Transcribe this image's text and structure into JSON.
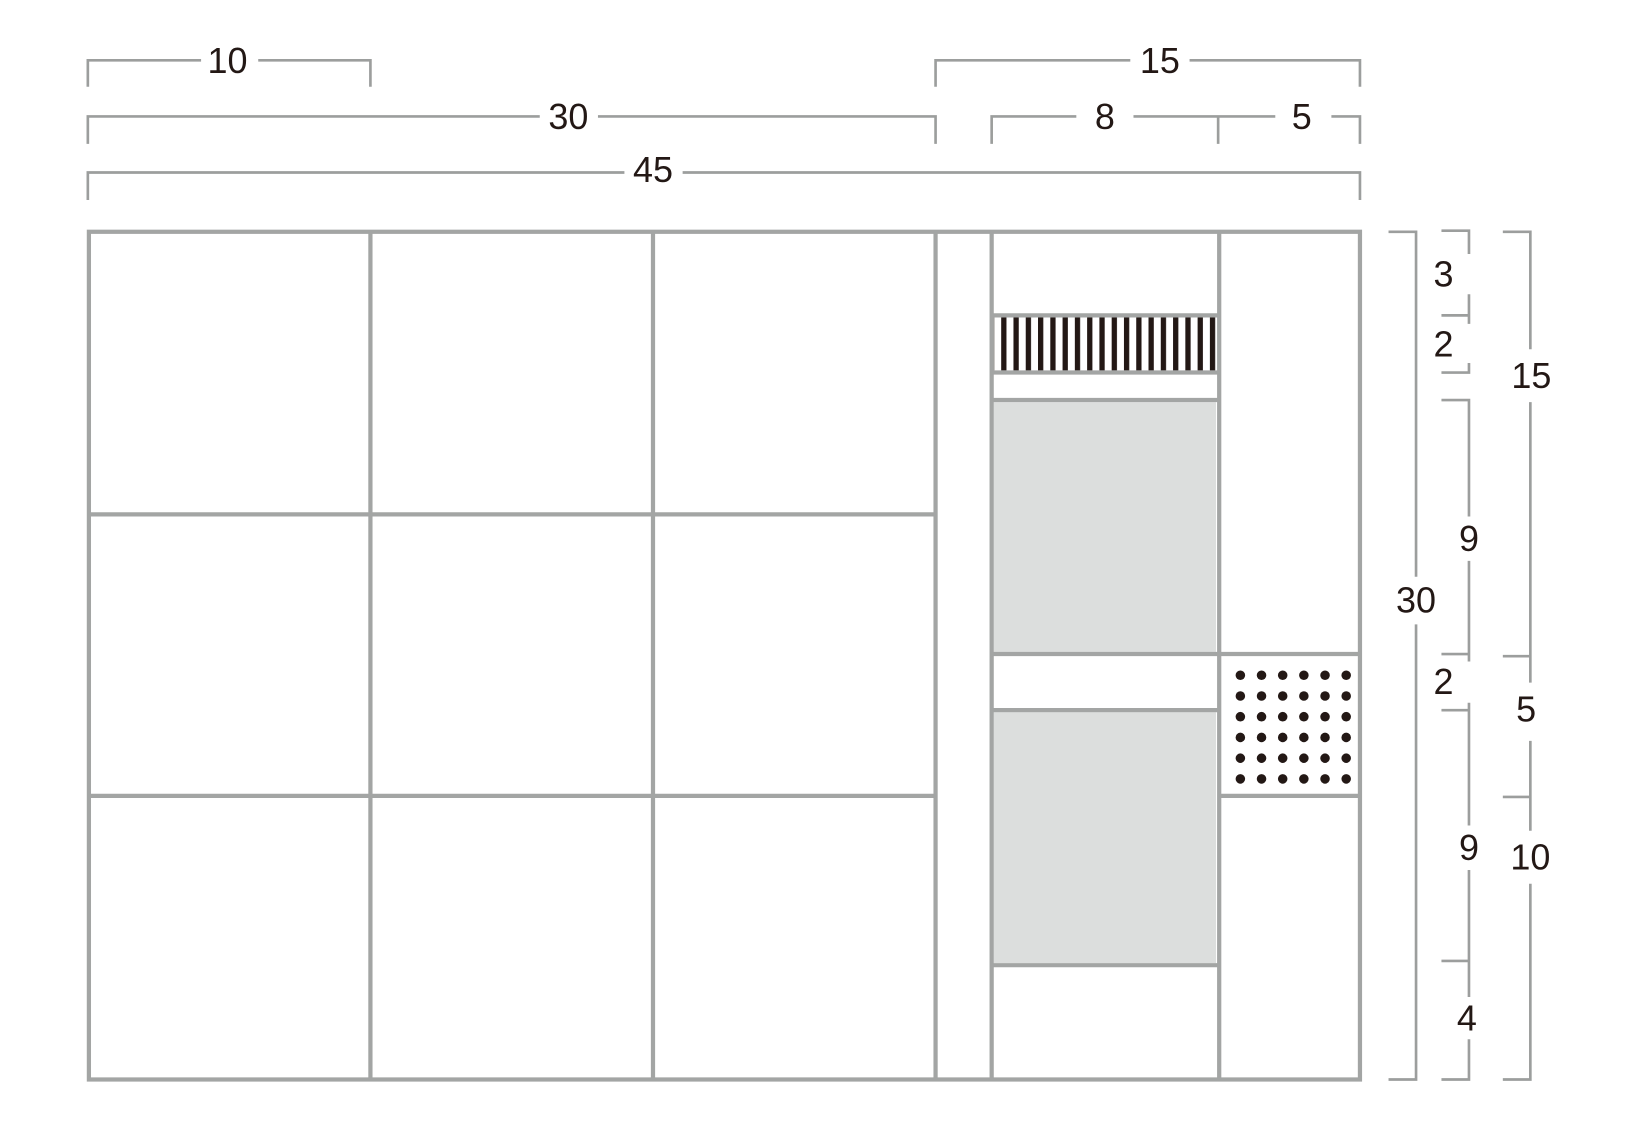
{
  "colors": {
    "frame": "#a3a5a4",
    "panel_fill": "#dcdedd",
    "pattern": "#231815"
  },
  "top_dimensions": {
    "left_10": "10",
    "right_15": "15",
    "left_30": "30",
    "right_8": "8",
    "right_5": "5",
    "total_45": "45"
  },
  "right_dimensions": {
    "total_30": "30",
    "seg_3": "3",
    "seg_2a": "2",
    "seg_9a": "9",
    "seg_2b": "2",
    "seg_9b": "9",
    "seg_4": "4",
    "outer_15": "15",
    "outer_5": "5",
    "outer_10": "10"
  },
  "layout_units": {
    "width": 45,
    "height": 30,
    "grid_cell": 10,
    "gap_column": 2,
    "middle_column": 8,
    "right_column": 5,
    "striped_band_height": 2,
    "gray_panel_height": 9,
    "dotted_panel_height": 5,
    "dot_grid": [
      6,
      6
    ]
  }
}
